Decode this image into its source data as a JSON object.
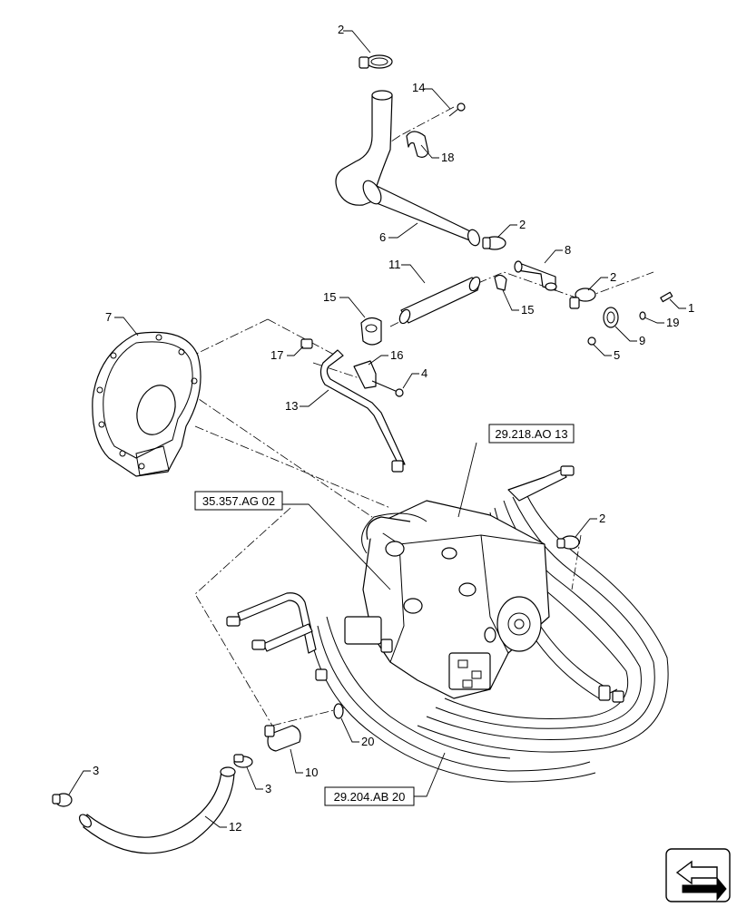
{
  "callouts": {
    "c2_top": "2",
    "c14": "14",
    "c18": "18",
    "c6": "6",
    "c2_mid": "2",
    "c8": "8",
    "c11": "11",
    "c2_right": "2",
    "c1": "1",
    "c15_left": "15",
    "c15_right": "15",
    "c19": "19",
    "c9": "9",
    "c5": "5",
    "c7": "7",
    "c17": "17",
    "c16": "16",
    "c4": "4",
    "c13": "13",
    "c2_pump": "2",
    "c20": "20",
    "c10": "10",
    "c3_left": "3",
    "c3_right": "3",
    "c12": "12"
  },
  "references": {
    "ref_a": "29.218.AO 13",
    "ref_b": "35.357.AG 02",
    "ref_c": "29.204.AB 20"
  },
  "icons": {
    "nav": "orientation-arrow-icon"
  }
}
